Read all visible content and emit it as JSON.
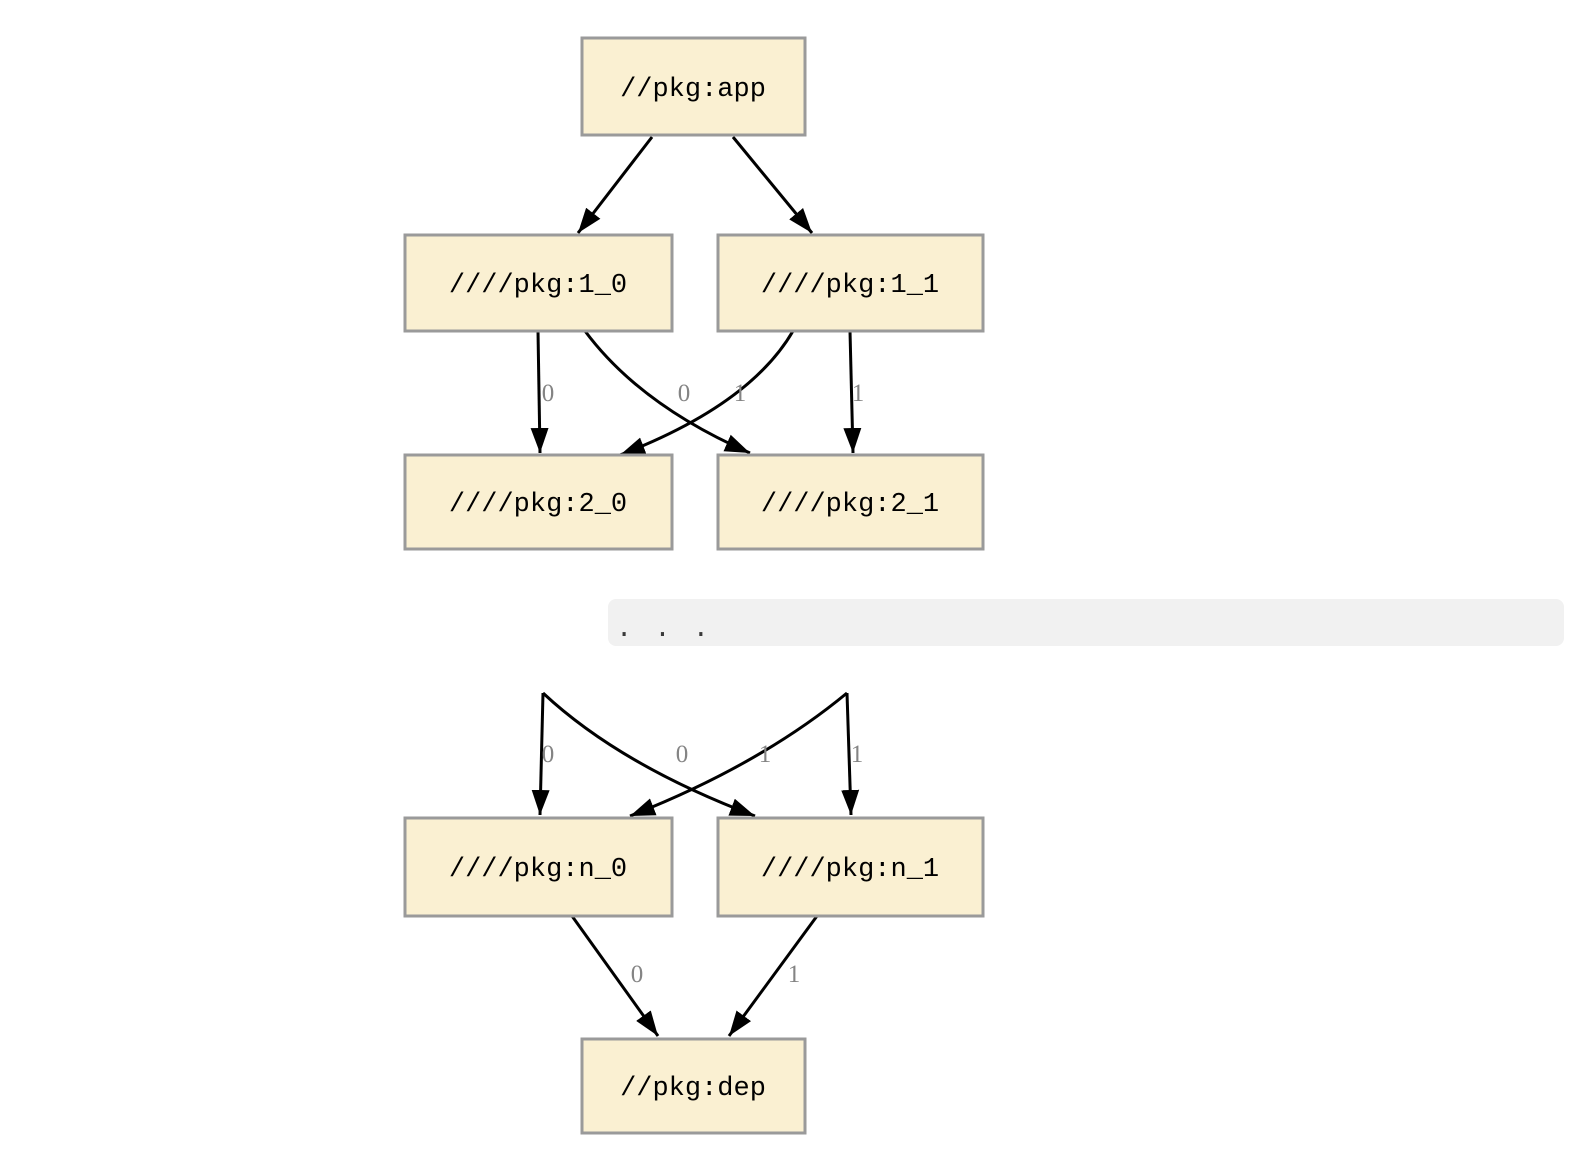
{
  "graph": {
    "nodes": [
      {
        "id": "app",
        "label": "//pkg:app"
      },
      {
        "id": "1_0",
        "label": "////pkg:1_0"
      },
      {
        "id": "1_1",
        "label": "////pkg:1_1"
      },
      {
        "id": "2_0",
        "label": "////pkg:2_0"
      },
      {
        "id": "2_1",
        "label": "////pkg:2_1"
      },
      {
        "id": "n_0",
        "label": "////pkg:n_0"
      },
      {
        "id": "n_1",
        "label": "////pkg:n_1"
      },
      {
        "id": "dep",
        "label": "//pkg:dep"
      }
    ],
    "ellipsis": ". . .",
    "edges": [
      {
        "from": "app",
        "to": "1_0",
        "label": ""
      },
      {
        "from": "app",
        "to": "1_1",
        "label": ""
      },
      {
        "from": "1_0",
        "to": "2_0",
        "label": "0"
      },
      {
        "from": "1_0",
        "to": "2_1",
        "label": "1"
      },
      {
        "from": "1_1",
        "to": "2_0",
        "label": "0"
      },
      {
        "from": "1_1",
        "to": "2_1",
        "label": "1"
      },
      {
        "from": "ellipsis",
        "to": "n_0",
        "label": "0"
      },
      {
        "from": "ellipsis",
        "to": "n_1",
        "label": "1"
      },
      {
        "from": "ellipsis",
        "to": "n_0",
        "label": "0"
      },
      {
        "from": "ellipsis",
        "to": "n_1",
        "label": "1"
      },
      {
        "from": "n_0",
        "to": "dep",
        "label": "0"
      },
      {
        "from": "n_1",
        "to": "dep",
        "label": "1"
      }
    ],
    "colors": {
      "node_fill": "#faf0d2",
      "node_border": "#9a9a9a",
      "edge": "#000000",
      "edge_label": "#848484",
      "ellipsis_band_fill": "#f1f1f1",
      "ellipsis_text": "#3a3a3a",
      "background": "#ffffff"
    }
  }
}
